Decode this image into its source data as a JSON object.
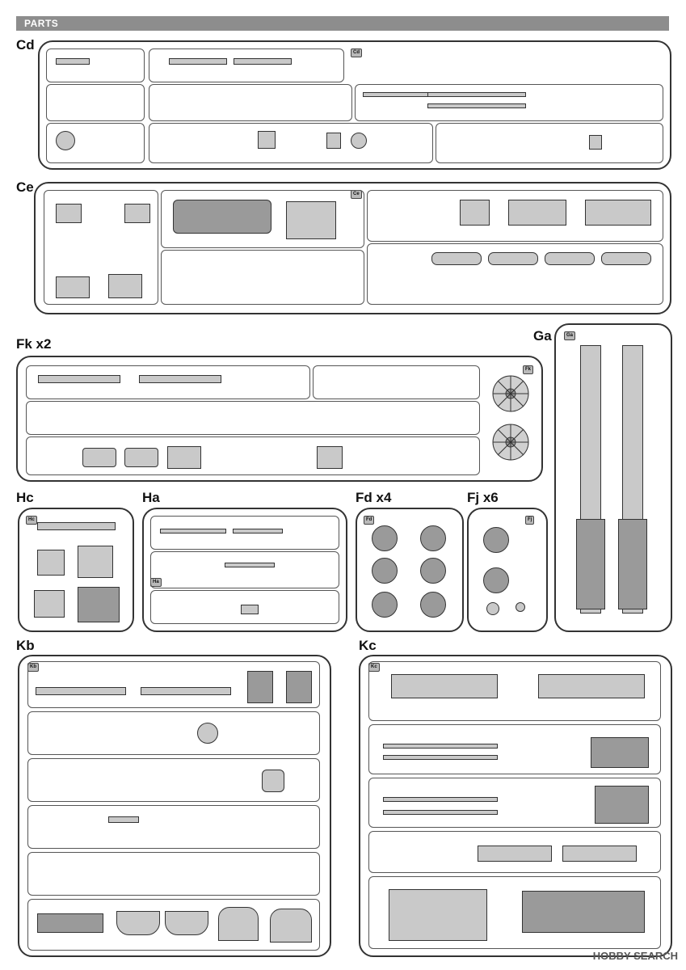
{
  "header": {
    "title": "PARTS"
  },
  "sprues": {
    "cd": {
      "label": "Cd",
      "tag": "Cd"
    },
    "ce": {
      "label": "Ce",
      "tag": "Ce"
    },
    "fk": {
      "label": "Fk x2",
      "tag": "Fk"
    },
    "ga": {
      "label": "Ga",
      "tag": "Ga"
    },
    "hc": {
      "label": "Hc",
      "tag": "Hc"
    },
    "ha": {
      "label": "Ha",
      "tag": "Ha"
    },
    "fd": {
      "label": "Fd x4",
      "tag": "Fd"
    },
    "fj": {
      "label": "Fj x6",
      "tag": "Fj"
    },
    "kb": {
      "label": "Kb",
      "tag": "Kb"
    },
    "kc": {
      "label": "Kc",
      "tag": "Kc"
    }
  },
  "watermark": "HOBBY SEARCH"
}
